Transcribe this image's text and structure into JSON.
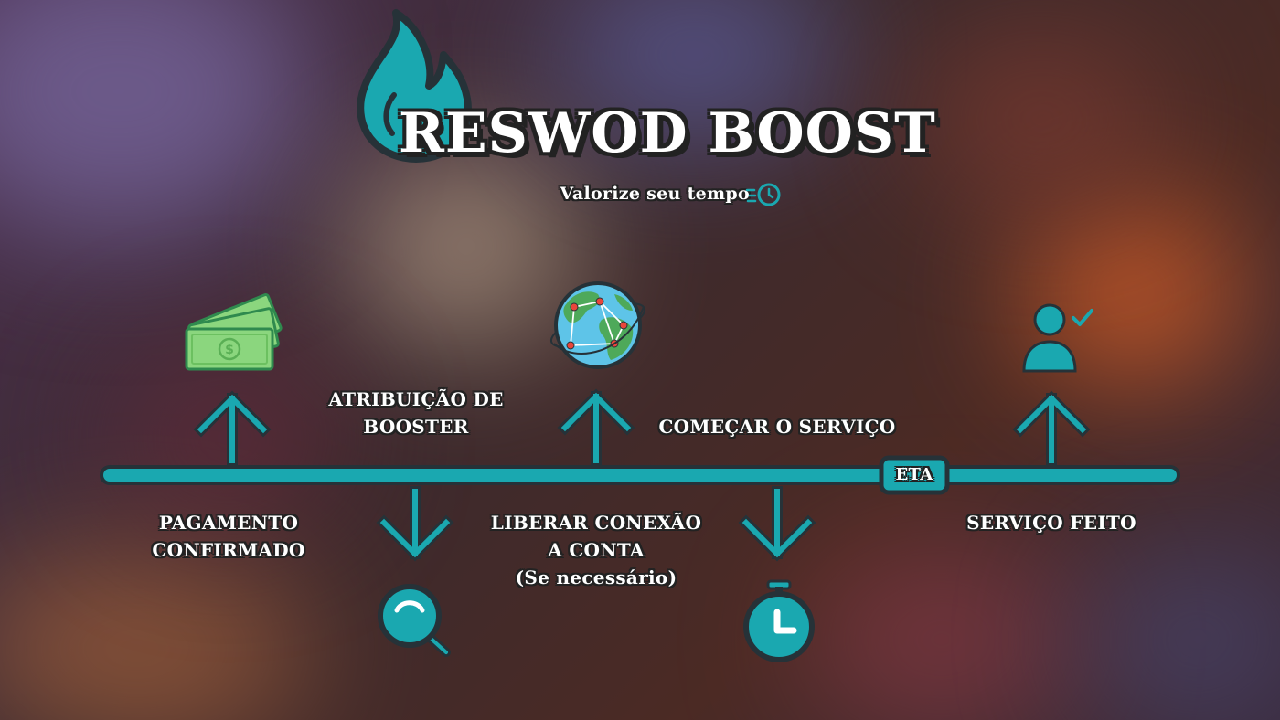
{
  "header": {
    "brand_title": "RESWOD BOOST",
    "tagline": "Valorize seu tempo",
    "tagline_icon": "clock-speed-icon"
  },
  "timeline": {
    "eta_badge": "ETA",
    "steps": [
      {
        "label_line1": "PAGAMENTO",
        "label_line2": "CONFIRMADO",
        "icon": "money-icon",
        "direction": "up"
      },
      {
        "label_line1": "ATRIBUIÇÃO DE",
        "label_line2": "BOOSTER",
        "icon": "search-icon",
        "direction": "down"
      },
      {
        "label_line1": "LIBERAR CONEXÃO",
        "label_line2": "A CONTA",
        "label_line3": "(Se necessário)",
        "icon": "globe-icon",
        "direction": "up"
      },
      {
        "label_line1": "COMEÇAR O SERVIÇO",
        "icon": "stopwatch-icon",
        "direction": "down"
      },
      {
        "label_line1": "SERVIÇO FEITO",
        "icon": "user-check-icon",
        "direction": "up"
      }
    ]
  },
  "colors": {
    "accent": "#1AA8B0",
    "outline": "#263238",
    "text": "#FFFFFF",
    "money_green": "#8BD67E"
  }
}
